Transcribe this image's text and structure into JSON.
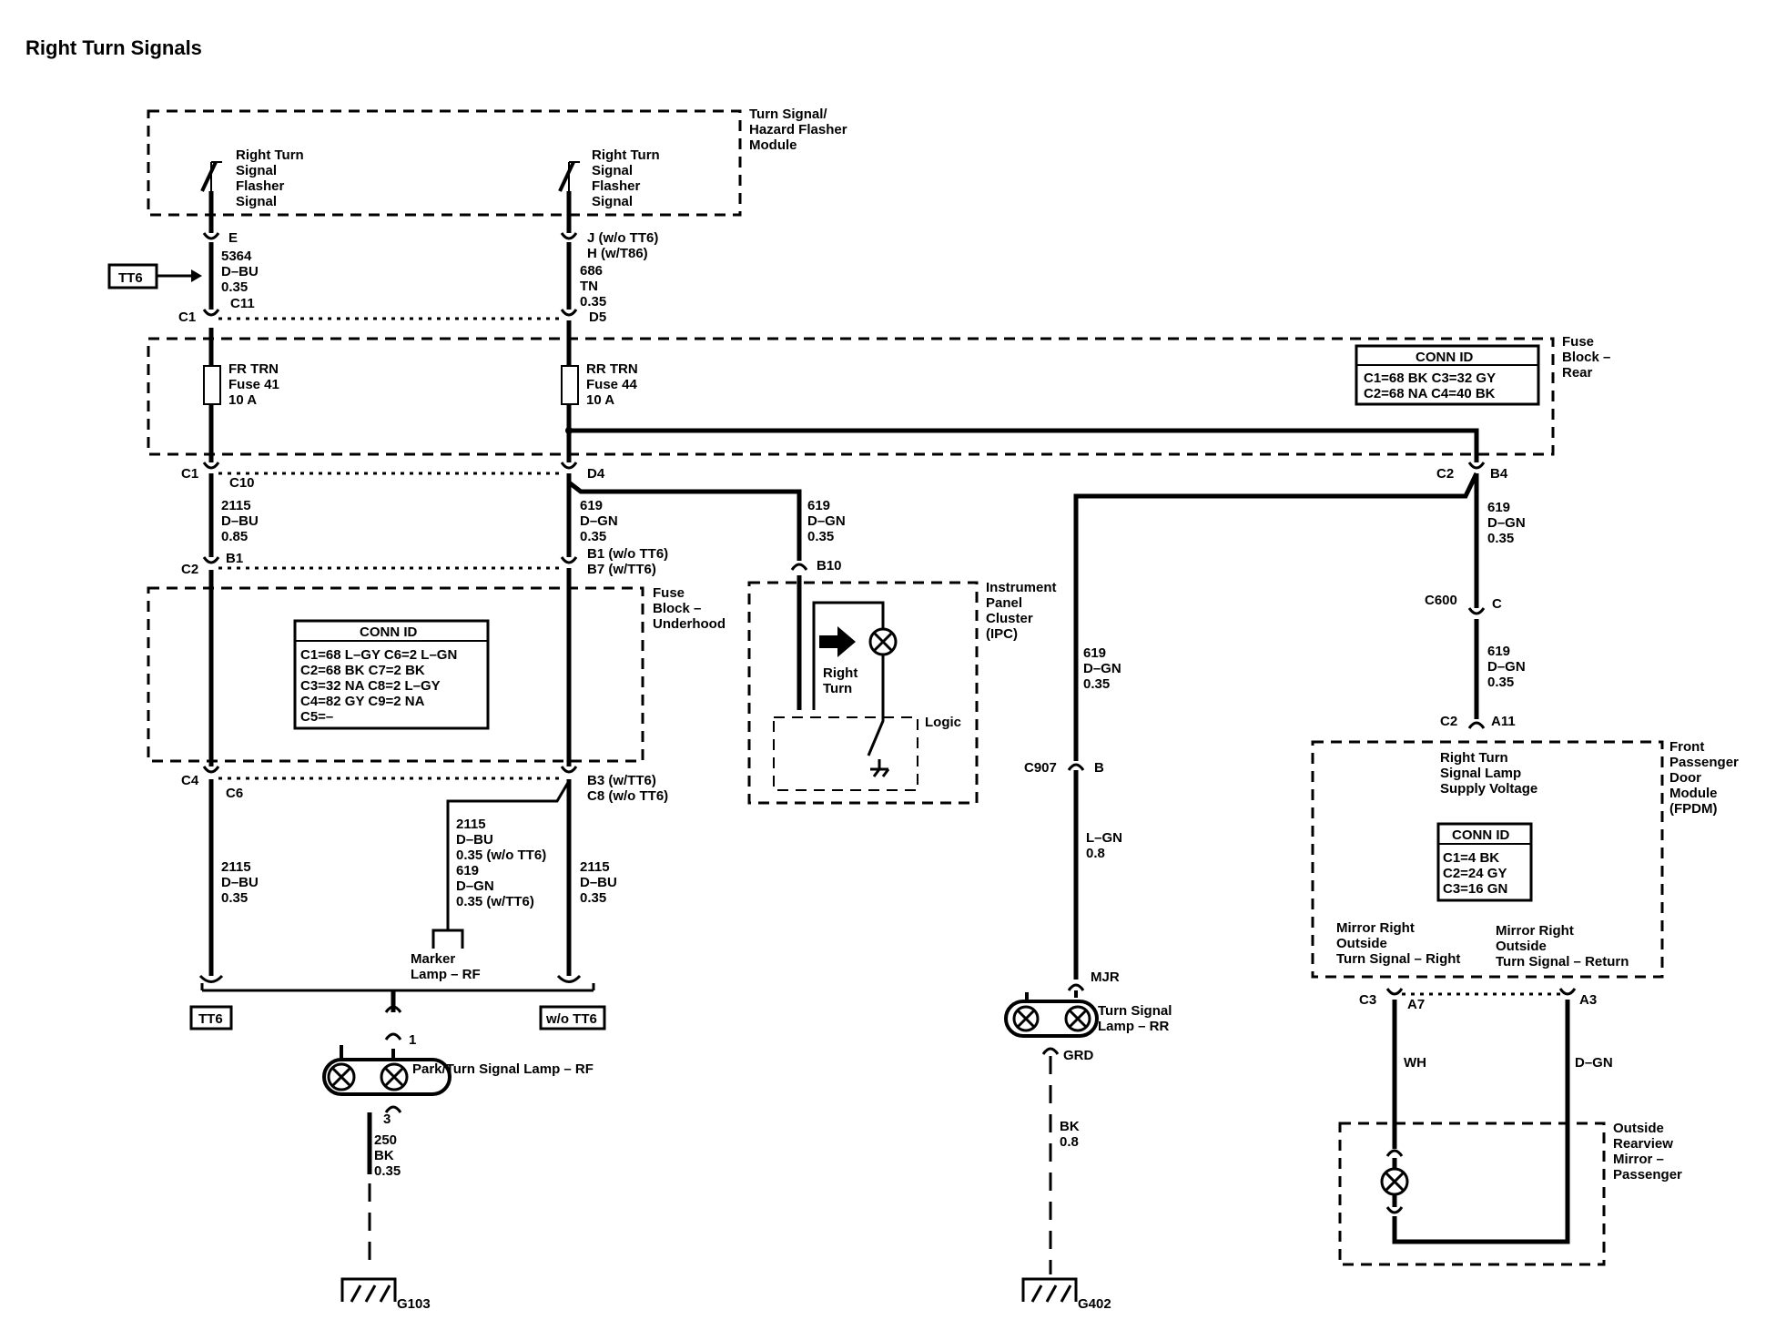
{
  "title": "Right Turn Signals",
  "modules": {
    "flasher": "Turn Signal/|Hazard Flasher|Module",
    "fuse_block_rear": "Fuse|Block –|Rear",
    "fuse_block_underhood": "Fuse|Block –|Underhood",
    "ipc": "Instrument|Panel|Cluster|(IPC)",
    "fpdm": "Front|Passenger|Door|Module|(FPDM)",
    "mirror": "Outside|Rearview|Mirror –|Passenger"
  },
  "switch_labels": {
    "left": "Right Turn|Signal|Flasher|Signal",
    "right": "Right Turn|Signal|Flasher|Signal"
  },
  "pins": {
    "E": "E",
    "J": "J (w/o TT6)",
    "H": "H (w/T86)",
    "C1_top": "C1",
    "C11": "C11",
    "D5": "D5",
    "C1_mid": "C1",
    "C10": "C10",
    "D4": "D4",
    "C2_rear": "C2",
    "B4": "B4",
    "C2_uh": "C2",
    "B1": "B1",
    "B1_tt6": "B1 (w/o TT6)",
    "B7_tt6": "B7 (w/TT6)",
    "B10": "B10",
    "C4": "C4",
    "C6": "C6",
    "B3": "B3 (w/TT6)",
    "C8": "C8 (w/o TT6)",
    "C600": "C600",
    "C": "C",
    "C2_fpdm": "C2",
    "A11": "A11",
    "C907": "C907",
    "B": "B",
    "MJR": "MJR",
    "GRD": "GRD",
    "pin1": "1",
    "pin3": "3",
    "C3": "C3",
    "A7": "A7",
    "A3": "A3"
  },
  "wires": {
    "w5364": "5364|D–BU|0.35",
    "w686": "686|TN|0.35",
    "w2115_top": "2115|D–BU|0.85",
    "w619_mid": "619|D–GN|0.35",
    "w619_ipc": "619|D–GN|0.35",
    "w619_b4": "619|D–GN|0.35",
    "w619_c907": "619|D–GN|0.35",
    "w619_c600": "619|D–GN|0.35",
    "w2115_bl": "2115|D–BU|0.35",
    "w2115_br": "2115|D–BU|0.35",
    "marker_wire": "2115|D–BU|0.35 (w/o TT6)|619|D–GN|0.35 (w/TT6)",
    "lgn": "L–GN|0.8",
    "bk_rr": "BK|0.8",
    "bk_250": "250|BK|0.35",
    "wh": "WH",
    "dgn": "D–GN"
  },
  "fuses": {
    "f41": "FR TRN|Fuse 41|10 A",
    "f44": "RR TRN|Fuse 44|10 A"
  },
  "conn_rear": {
    "title": "CONN ID",
    "rows": [
      "C1=68 BK   C3=32 GY",
      "C2=68 NA   C4=40 BK"
    ]
  },
  "conn_underhood": {
    "title": "CONN ID",
    "rows": [
      "C1=68 L–GY  C6=2 L–GN",
      "C2=68 BK     C7=2 BK",
      "C3=32 NA     C8=2 L–GY",
      "C4=82 GY     C9=2 NA",
      "C5=–"
    ]
  },
  "conn_fpdm": {
    "title": "CONN ID",
    "rows": [
      "C1=4 BK",
      "C2=24 GY",
      "C3=16 GN"
    ]
  },
  "ipc": {
    "right_turn": "Right|Turn",
    "logic": "Logic"
  },
  "fpdm_text": {
    "supply": "Right Turn|Signal Lamp|Supply Voltage",
    "mirror_right": "Mirror Right|Outside|Turn Signal – Right",
    "mirror_return": "Mirror Right|Outside|Turn Signal – Return"
  },
  "components": {
    "marker": "Marker|Lamp – RF",
    "park_turn": "Park/Turn Signal Lamp – RF",
    "turn_rr": "Turn Signal|Lamp – RR"
  },
  "options": {
    "tt6_in": "TT6",
    "tt6_bottom": "TT6",
    "wo_tt6": "w/o TT6"
  },
  "grounds": {
    "g103": "G103",
    "g402": "G402"
  }
}
